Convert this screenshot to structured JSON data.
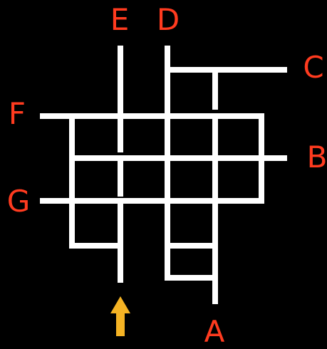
{
  "puzzle": {
    "colors": {
      "background": "#000000",
      "paths": "#ffffff",
      "labels": "#ff3b1f",
      "start_arrow": "#f5b324"
    },
    "start_marker": {
      "icon": "up-arrow-icon"
    },
    "exits": [
      {
        "id": "A",
        "label": "A"
      },
      {
        "id": "B",
        "label": "B"
      },
      {
        "id": "C",
        "label": "C"
      },
      {
        "id": "D",
        "label": "D"
      },
      {
        "id": "E",
        "label": "E"
      },
      {
        "id": "F",
        "label": "F"
      },
      {
        "id": "G",
        "label": "G"
      }
    ]
  }
}
